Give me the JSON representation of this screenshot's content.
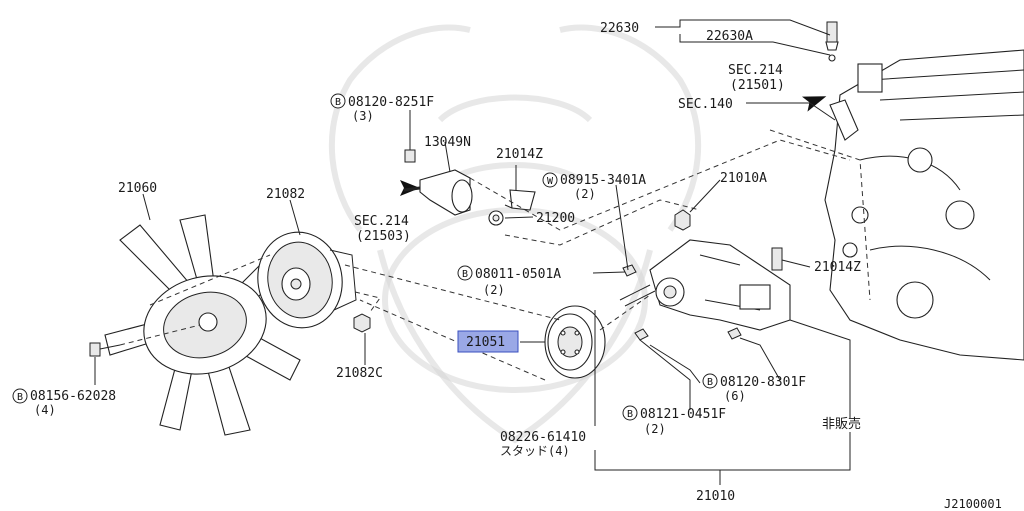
{
  "diagram_code": "J2100001",
  "parts": {
    "p22630": "22630",
    "p22630a": "22630A",
    "sec214a": "SEC.214",
    "sec214a_ref": "(21501)",
    "sec140": "SEC.140",
    "bolt_8251f": "08120-8251F",
    "bolt_8251f_qty": "(3)",
    "p13049n": "13049N",
    "p21014z_top": "21014Z",
    "washer_3401a": "08915-3401A",
    "washer_3401a_qty": "(2)",
    "p21010a": "21010A",
    "p21060": "21060",
    "p21082": "21082",
    "sec214b": "SEC.214",
    "sec214b_ref": "(21503)",
    "p21200": "21200",
    "bolt_0501a": "08011-0501A",
    "bolt_0501a_qty": "(2)",
    "p21014z_right": "21014Z",
    "p21051": "21051",
    "p21082c": "21082C",
    "bolt_62028": "08156-62028",
    "bolt_62028_qty": "(4)",
    "bolt_8301f": "08120-8301F",
    "bolt_8301f_qty": "(6)",
    "bolt_0451f": "08121-0451F",
    "bolt_0451f_qty": "(2)",
    "stud_61410": "08226-61410",
    "stud_61410_note": "スタッド(4)",
    "not_for_sale": "非販売",
    "p21010": "21010"
  },
  "badges": {
    "bolt": "B",
    "washer": "W"
  },
  "colors": {
    "highlight": "#9aa8e6",
    "line": "#222222"
  }
}
